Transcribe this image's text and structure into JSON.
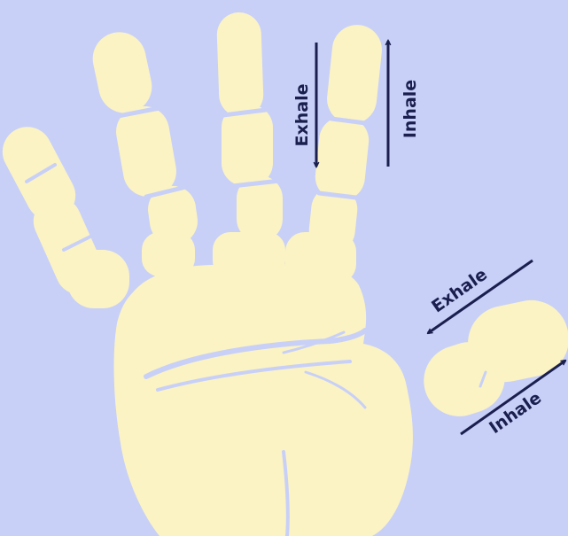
{
  "colors": {
    "background": "#c8d0f8",
    "hand": "#fbf3c4",
    "crease": "#c8d0f8",
    "ink": "#1a1f4d"
  },
  "icons": {
    "hand": "hand-print-icon",
    "arrow_down": "arrow-down-icon",
    "arrow_up": "arrow-up-icon",
    "arrow_down_left": "arrow-down-left-icon",
    "arrow_up_right": "arrow-up-right-icon"
  },
  "labels": {
    "finger_exhale": "Exhale",
    "finger_inhale": "Inhale",
    "thumb_exhale": "Exhale",
    "thumb_inhale": "Inhale"
  }
}
